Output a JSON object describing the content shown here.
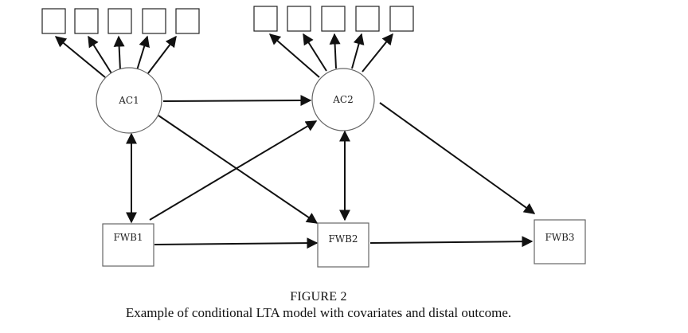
{
  "diagram": {
    "latent_nodes": [
      "AC1",
      "AC2"
    ],
    "observed_nodes": [
      "FWB1",
      "FWB2",
      "FWB3"
    ],
    "indicators_per_latent": 5
  },
  "caption": {
    "figure_label": "FIGURE 2",
    "text": "Example of conditional LTA model with covariates and distal outcome."
  }
}
